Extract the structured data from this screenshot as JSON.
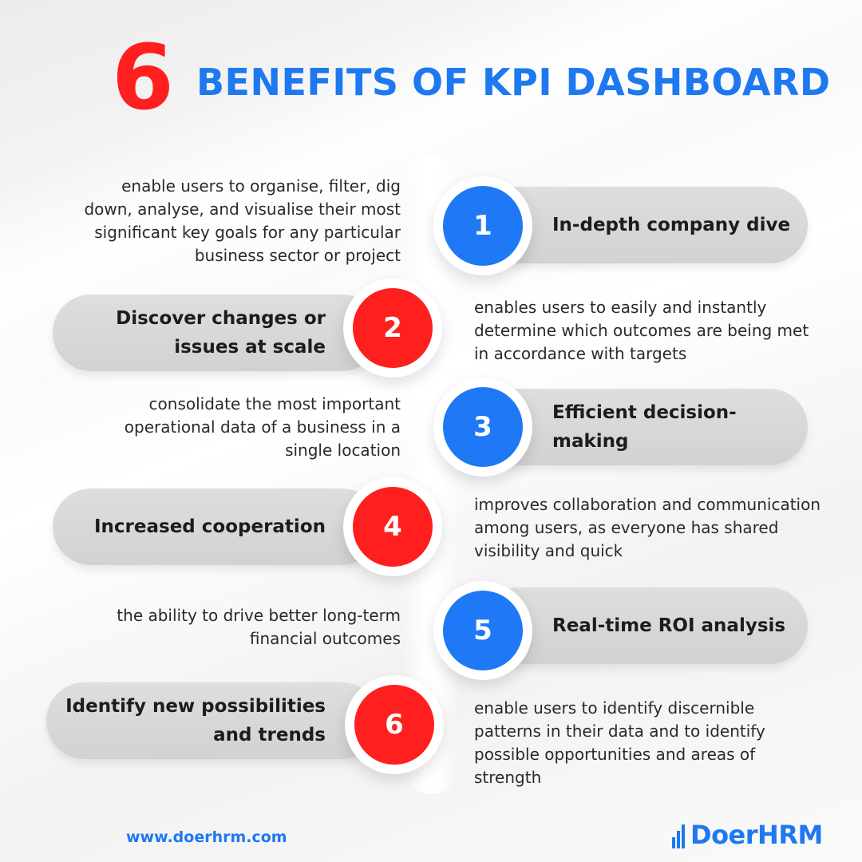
{
  "title": {
    "number": "6",
    "text": "BENEFITS OF KPI DASHBOARD"
  },
  "colors": {
    "blue": "#1f78f5",
    "red": "#ff1f1f",
    "pill": "#d6d6d6"
  },
  "benefits": [
    {
      "num": "1",
      "label": "In-depth company dive",
      "color": "blue",
      "description": "enable users to organise, filter, dig down, analyse, and visualise their most significant key goals for any particular business sector or project"
    },
    {
      "num": "2",
      "label": "Discover changes or issues at scale",
      "color": "red",
      "description": "enables users to easily and instantly determine which outcomes are being met in accordance with targets"
    },
    {
      "num": "3",
      "label": "Efficient decision-making",
      "color": "blue",
      "description": "consolidate the most important operational data of a business in a single location"
    },
    {
      "num": "4",
      "label": "Increased cooperation",
      "color": "red",
      "description": "improves collaboration and communication among users, as everyone has shared visibility and quick"
    },
    {
      "num": "5",
      "label": "Real-time ROI analysis",
      "color": "blue",
      "description": "the ability to drive better long-term financial outcomes"
    },
    {
      "num": "6",
      "label": "Identify new possibilities and trends",
      "color": "red",
      "description": "enable users to identify discernible patterns in their data and to identify possible opportunities and areas of strength"
    }
  ],
  "footer": {
    "url": "www.doerhrm.com",
    "logo_text": "DoerHRM",
    "logo_icon": "bar-chart-logo-icon"
  }
}
